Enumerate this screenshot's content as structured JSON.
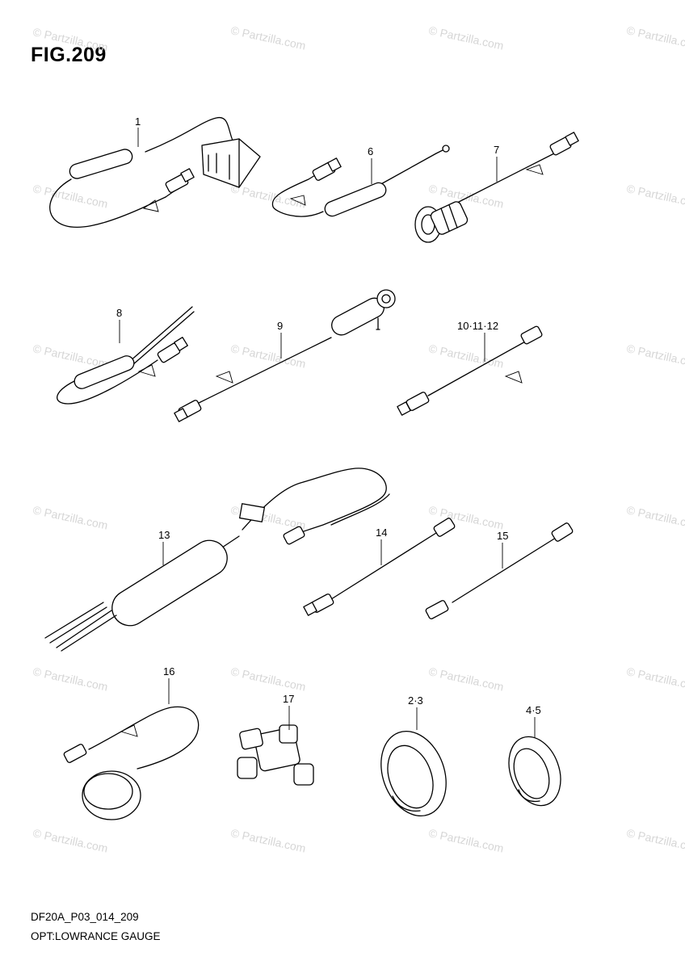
{
  "figure": {
    "title": "FIG.209"
  },
  "callouts": {
    "p1": "1",
    "p6": "6",
    "p7": "7",
    "p8": "8",
    "p9": "9",
    "p10": "10·11·12",
    "p13": "13",
    "p14": "14",
    "p15": "15",
    "p16": "16",
    "p17": "17",
    "p23": "2·3",
    "p45": "4·5"
  },
  "watermark": {
    "text": "© Partzilla.com"
  },
  "footer": {
    "code": "DF20A_P03_014_209",
    "caption": "OPT:LOWRANCE GAUGE"
  }
}
